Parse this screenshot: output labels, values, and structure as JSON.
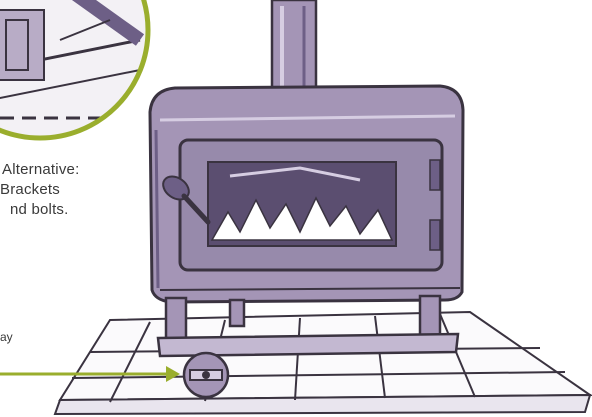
{
  "caption": {
    "line1": "Alternative:",
    "line2": "Brackets",
    "line3": "nd bolts.",
    "line4": ""
  },
  "side_note": "ay",
  "colors": {
    "accent": "#9aae2d",
    "stove_fill": "#a495b6",
    "stove_dark": "#6d5f86",
    "outline": "#3a3340"
  }
}
